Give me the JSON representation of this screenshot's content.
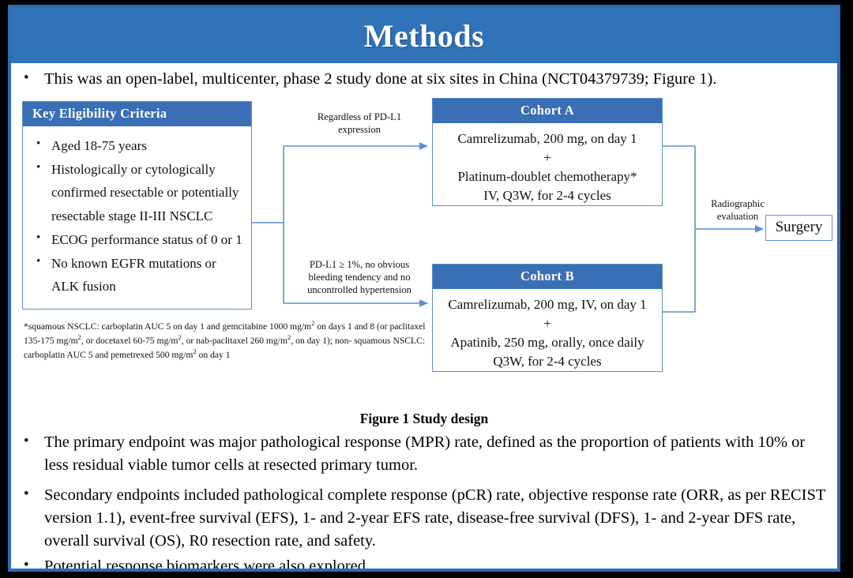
{
  "slide": {
    "title": "Methods",
    "accent_blue": "#3173b8",
    "box_header_blue": "#3a6eb5",
    "box_border_blue": "#5b8fd1",
    "frame_border": "#2f6cb4",
    "outer_background": "#000000",
    "page_background": "#ffffff"
  },
  "intro_bullet": {
    "marker": "•",
    "text": "This was an open-label, multicenter, phase 2 study done at six sites in China (NCT04379739; Figure 1)."
  },
  "figure": {
    "caption": "Figure 1 Study design",
    "eligibility": {
      "header": "Key  Eligibility Criteria",
      "items": [
        "Aged 18-75 years",
        "Histologically or cytologically confirmed resectable or potentially resectable stage II-III  NSCLC",
        "ECOG performance status of 0 or 1",
        "No known EGFR mutations or ALK fusion"
      ]
    },
    "footnote": {
      "line1": "*squamous NSCLC: carboplatin AUC 5 on day 1 and gemcitabine 1000 mg/m",
      "line1b": " on days 1 and 8 (or",
      "line2": "paclitaxel 135-175  mg/m",
      "line2b": ", or docetaxel 60-75 mg/m",
      "line2c": ", or nab-paclitaxel 260 mg/m",
      "line2d": ", on day 1); non-",
      "line3": "squamous NSCLC: carboplatin AUC 5 and pemetrexed 500 mg/m",
      "line3b": " on day 1",
      "superscript": "2"
    },
    "connector_top_label": "Regardless  of PD-L1\nexpression",
    "connector_bottom_label": "PD-L1 ≥ 1%, no obvious\nbleeding tendency and no\nuncontrolled  hypertension",
    "connector_right_label": "Radiographic\nevaluation",
    "cohort_a": {
      "header": "Cohort A",
      "lines": [
        "Camrelizumab, 200 mg, on day 1",
        "+",
        "Platinum-doublet chemotherapy*",
        "IV, Q3W, for 2-4 cycles"
      ]
    },
    "cohort_b": {
      "header": "Cohort B",
      "lines": [
        "Camrelizumab, 200 mg, IV, on day 1",
        "+",
        "Apatinib, 250 mg, orally, once daily",
        "Q3W, for 2-4 cycles"
      ]
    },
    "surgery": {
      "label": "Surgery"
    }
  },
  "endpoint_bullets": [
    {
      "marker": "•",
      "text": "The primary endpoint was major pathological response (MPR) rate, defined as the proportion of patients with 10% or less residual viable tumor cells at resected primary tumor."
    },
    {
      "marker": "•",
      "text": "Secondary endpoints included pathological complete response (pCR) rate, objective response rate (ORR, as per RECIST version 1.1), event-free survival (EFS), 1- and 2-year EFS rate, disease-free survival (DFS), 1- and 2-year DFS rate, overall survival (OS), R0 resection rate, and safety."
    },
    {
      "marker": "•",
      "text": "Potential response biomarkers were also explored."
    }
  ]
}
